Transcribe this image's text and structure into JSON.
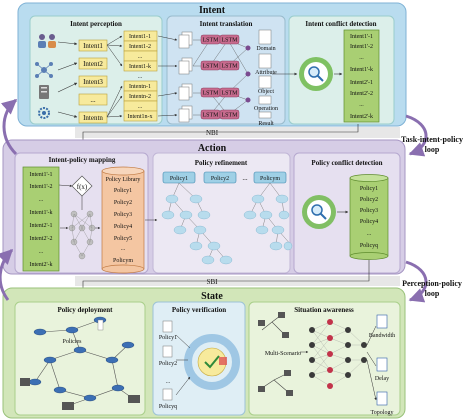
{
  "layers": {
    "intent": {
      "title": "Intent",
      "perception": "Intent perception",
      "translation": "Intent translation",
      "conflict": "Intent conflict detection",
      "intents": [
        "Intent1",
        "Intent2",
        "Intent3",
        "...",
        "Intentn"
      ],
      "sub_intents": [
        "Intent1-1",
        "Intent1-2",
        "...",
        "Intent1-k",
        "...",
        "Intentn-1",
        "Intentn-2",
        "...",
        "Intent1n-x"
      ],
      "lstm": "LSTM",
      "doc_labels": [
        "Domain",
        "Attribute",
        "Object",
        "Operation",
        "Result"
      ],
      "conflict_list": [
        "Intent1'-1",
        "Intent1'-2",
        "...",
        "Intent1'-k",
        "Intent2'-1",
        "Intent2'-2",
        "...",
        "Intent2'-k"
      ]
    },
    "action": {
      "title": "Action",
      "mapping": "Intent-policy mapping",
      "refinement": "Policy refinement",
      "conflict": "Policy conflict detection",
      "mapping_intents": [
        "Intent1'-1",
        "Intent1'-2",
        "...",
        "Intent1'-k",
        "Intent2'-1",
        "Intent2'-2",
        "...",
        "Intent2'-k"
      ],
      "function": "f(x)",
      "library_title": "Policy Library",
      "library": [
        "Policy1",
        "Policy2",
        "Policy3",
        "Policy4",
        "Policy5",
        "...",
        "Policym"
      ],
      "refine_heads": [
        "Policy1",
        "Policy2",
        "...",
        "Policym"
      ],
      "conflict_list": [
        "Policy1",
        "Policy2",
        "Policy3",
        "Policy4",
        "...",
        "Policyq"
      ]
    },
    "state": {
      "title": "State",
      "deployment": "Policy deployment",
      "verification": "Policy verification",
      "awareness": "Situation awareness",
      "policies": "Policies",
      "verify_list": [
        "Policy1",
        "Policy2",
        "...",
        "Policyq"
      ],
      "multi": "Multi-Scenario",
      "metrics": [
        "Bandwidth",
        "Delay",
        "Topology"
      ]
    }
  },
  "nbi": "NBI",
  "sbi": "SBI",
  "loops": [
    "Task-intent-policy loop",
    "Perception-policy loop"
  ],
  "loop_lines": [
    [
      "Task-intent-policy",
      "loop"
    ],
    [
      "Perception-policy",
      "loop"
    ]
  ],
  "colors": {
    "intent_bg": "#b9dcef",
    "action_bg": "#d6cde6",
    "state_bg": "#d2e6b9",
    "green_box": "#a9cf73",
    "yellow_box": "#f7ea9c",
    "purple_arrow": "#8a6fb0"
  }
}
